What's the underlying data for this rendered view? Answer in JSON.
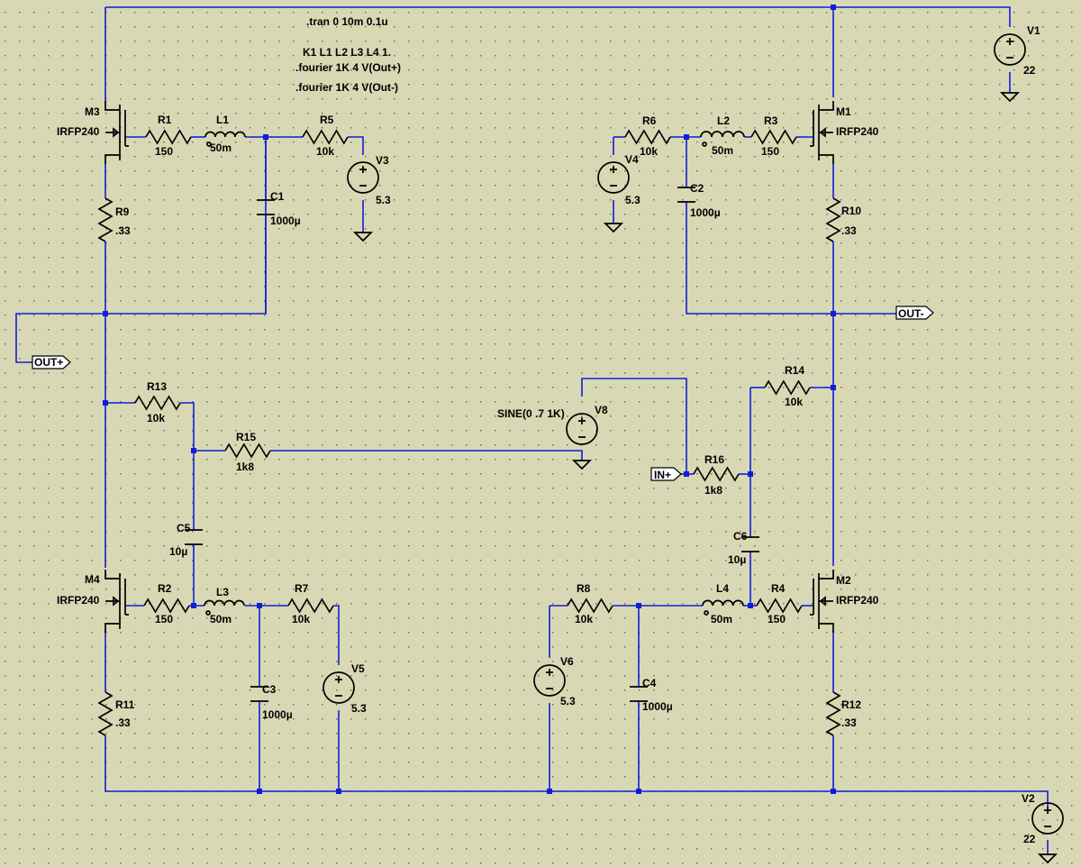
{
  "directives": [
    ".tran 0 10m 0.1u",
    "K1 L1 L2 L3 L4 1.",
    ".fourier 1K 4 V(Out+)",
    ".fourier 1K 4 V(Out-)"
  ],
  "ports": {
    "out_plus": "OUT+",
    "out_minus": "OUT-",
    "in_plus": "IN+"
  },
  "components": {
    "M1": {
      "name": "M1",
      "value": "IRFP240"
    },
    "M2": {
      "name": "M2",
      "value": "IRFP240"
    },
    "M3": {
      "name": "M3",
      "value": "IRFP240"
    },
    "M4": {
      "name": "M4",
      "value": "IRFP240"
    },
    "R1": {
      "name": "R1",
      "value": "150"
    },
    "R2": {
      "name": "R2",
      "value": "150"
    },
    "R3": {
      "name": "R3",
      "value": "150"
    },
    "R4": {
      "name": "R4",
      "value": "150"
    },
    "R5": {
      "name": "R5",
      "value": "10k"
    },
    "R6": {
      "name": "R6",
      "value": "10k"
    },
    "R7": {
      "name": "R7",
      "value": "10k"
    },
    "R8": {
      "name": "R8",
      "value": "10k"
    },
    "R9": {
      "name": "R9",
      "value": ".33"
    },
    "R10": {
      "name": "R10",
      "value": ".33"
    },
    "R11": {
      "name": "R11",
      "value": ".33"
    },
    "R12": {
      "name": "R12",
      "value": ".33"
    },
    "R13": {
      "name": "R13",
      "value": "10k"
    },
    "R14": {
      "name": "R14",
      "value": "10k"
    },
    "R15": {
      "name": "R15",
      "value": "1k8"
    },
    "R16": {
      "name": "R16",
      "value": "1k8"
    },
    "L1": {
      "name": "L1",
      "value": "50m"
    },
    "L2": {
      "name": "L2",
      "value": "50m"
    },
    "L3": {
      "name": "L3",
      "value": "50m"
    },
    "L4": {
      "name": "L4",
      "value": "50m"
    },
    "C1": {
      "name": "C1",
      "value": "1000µ"
    },
    "C2": {
      "name": "C2",
      "value": "1000µ"
    },
    "C3": {
      "name": "C3",
      "value": "1000µ"
    },
    "C4": {
      "name": "C4",
      "value": "1000µ"
    },
    "C5": {
      "name": "C5",
      "value": "10µ"
    },
    "C6": {
      "name": "C6",
      "value": "10µ"
    },
    "V1": {
      "name": "V1",
      "value": "22"
    },
    "V2": {
      "name": "V2",
      "value": "22"
    },
    "V3": {
      "name": "V3",
      "value": "5.3"
    },
    "V4": {
      "name": "V4",
      "value": "5.3"
    },
    "V5": {
      "name": "V5",
      "value": "5.3"
    },
    "V6": {
      "name": "V6",
      "value": "5.3"
    },
    "V8": {
      "name": "V8",
      "value": "SINE(0 .7 1K)"
    }
  },
  "colors": {
    "background": "#d9d8b5",
    "wire": "#0f1fd6",
    "grid_dot": "#6e6e5a"
  }
}
